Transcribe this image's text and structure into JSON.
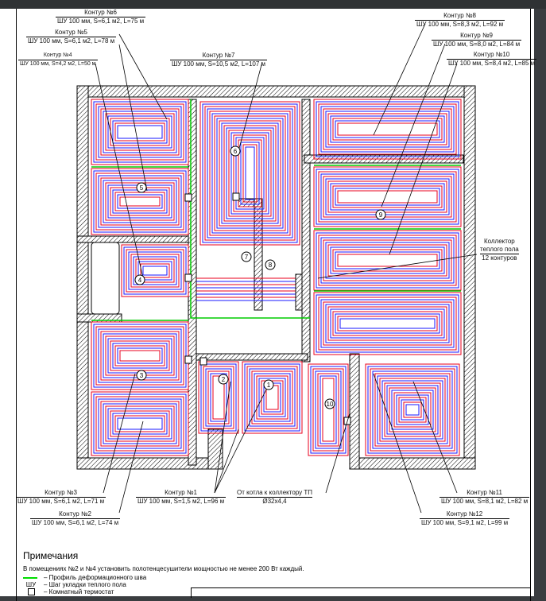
{
  "contours": [
    {
      "title": "Контур №1",
      "spec": "ШУ 100 мм, S=1,5 м2, L=96 м"
    },
    {
      "title": "Контур №2",
      "spec": "ШУ 100 мм, S=6,1 м2, L=74 м"
    },
    {
      "title": "Контур №3",
      "spec": "ШУ 100 мм, S=6,1 м2, L=71 м"
    },
    {
      "title": "Контур №4",
      "spec": "ШУ 100 мм, S=4,2 м2, L=50 м"
    },
    {
      "title": "Контур №5",
      "spec": "ШУ 100 мм, S=6,1 м2, L=78 м"
    },
    {
      "title": "Контур №6",
      "spec": "ШУ 100 мм, S=6,1 м2, L=75 м"
    },
    {
      "title": "Контур №7",
      "spec": "ШУ 100 мм, S=10,5 м2, L=107 м"
    },
    {
      "title": "Контур №8",
      "spec": "ШУ 100 мм, S=8,3 м2, L=92 м"
    },
    {
      "title": "Контур №9",
      "spec": "ШУ 100 мм, S=8,0 м2, L=84 м"
    },
    {
      "title": "Контур №10",
      "spec": "ШУ 100 мм, S=8,4 м2, L=85 м"
    },
    {
      "title": "Контур №11",
      "spec": "ШУ 100 мм, S=8,1 м2, L=82 м"
    },
    {
      "title": "Контур №12",
      "spec": "ШУ 100 мм, S=9,1 м2, L=99 м"
    }
  ],
  "room_marks": [
    "1",
    "2",
    "3",
    "4",
    "5",
    "6",
    "7",
    "8",
    "9",
    "10"
  ],
  "collector": {
    "line1": "Коллектор",
    "line2": "теплого пола",
    "line3": "12 контуров"
  },
  "boiler": {
    "title": "От котла к коллектору ТП",
    "spec": "Ø32x4,4"
  },
  "notes": {
    "title": "Примечания",
    "text": "В помещениях №2 и №4 установить полотенцесушители мощностью не менее 200 Вт каждый.",
    "legend": [
      {
        "symbol": "green-line",
        "text": "– Профиль деформационного шва"
      },
      {
        "symbol": "ШУ",
        "text": "– Шаг укладки теплого пола"
      },
      {
        "symbol": "thermostat",
        "text": "– Комнатный термостат"
      }
    ]
  },
  "colors": {
    "supply": "#e8001c",
    "return": "#1a1aff",
    "joint": "#00cc00",
    "wall": "#000000"
  }
}
